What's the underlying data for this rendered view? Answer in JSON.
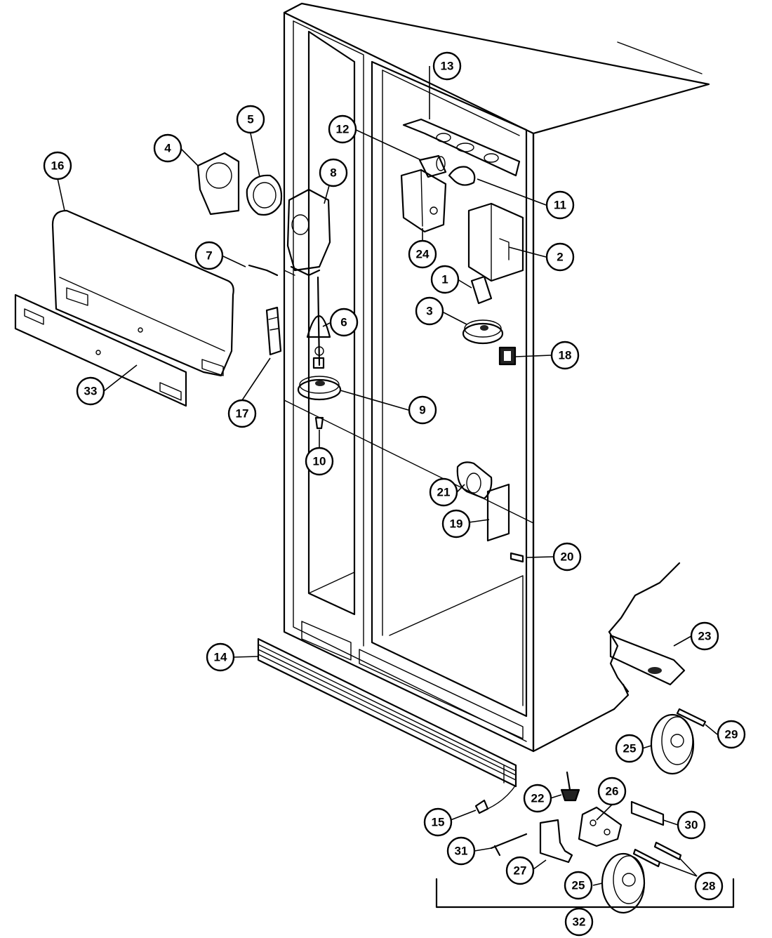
{
  "callouts": [
    {
      "id": "1",
      "label": "1"
    },
    {
      "id": "2",
      "label": "2"
    },
    {
      "id": "3",
      "label": "3"
    },
    {
      "id": "4",
      "label": "4"
    },
    {
      "id": "5",
      "label": "5"
    },
    {
      "id": "6",
      "label": "6"
    },
    {
      "id": "7",
      "label": "7"
    },
    {
      "id": "8",
      "label": "8"
    },
    {
      "id": "9",
      "label": "9"
    },
    {
      "id": "10",
      "label": "10"
    },
    {
      "id": "11",
      "label": "11"
    },
    {
      "id": "12",
      "label": "12"
    },
    {
      "id": "13",
      "label": "13"
    },
    {
      "id": "14",
      "label": "14"
    },
    {
      "id": "15",
      "label": "15"
    },
    {
      "id": "16",
      "label": "16"
    },
    {
      "id": "17",
      "label": "17"
    },
    {
      "id": "18",
      "label": "18"
    },
    {
      "id": "19",
      "label": "19"
    },
    {
      "id": "20",
      "label": "20"
    },
    {
      "id": "21",
      "label": "21"
    },
    {
      "id": "22",
      "label": "22"
    },
    {
      "id": "23",
      "label": "23"
    },
    {
      "id": "24",
      "label": "24"
    },
    {
      "id": "25a",
      "label": "25"
    },
    {
      "id": "25b",
      "label": "25"
    },
    {
      "id": "26",
      "label": "26"
    },
    {
      "id": "27",
      "label": "27"
    },
    {
      "id": "28",
      "label": "28"
    },
    {
      "id": "29",
      "label": "29"
    },
    {
      "id": "30",
      "label": "30"
    },
    {
      "id": "31",
      "label": "31"
    },
    {
      "id": "32",
      "label": "32"
    },
    {
      "id": "33",
      "label": "33"
    }
  ]
}
